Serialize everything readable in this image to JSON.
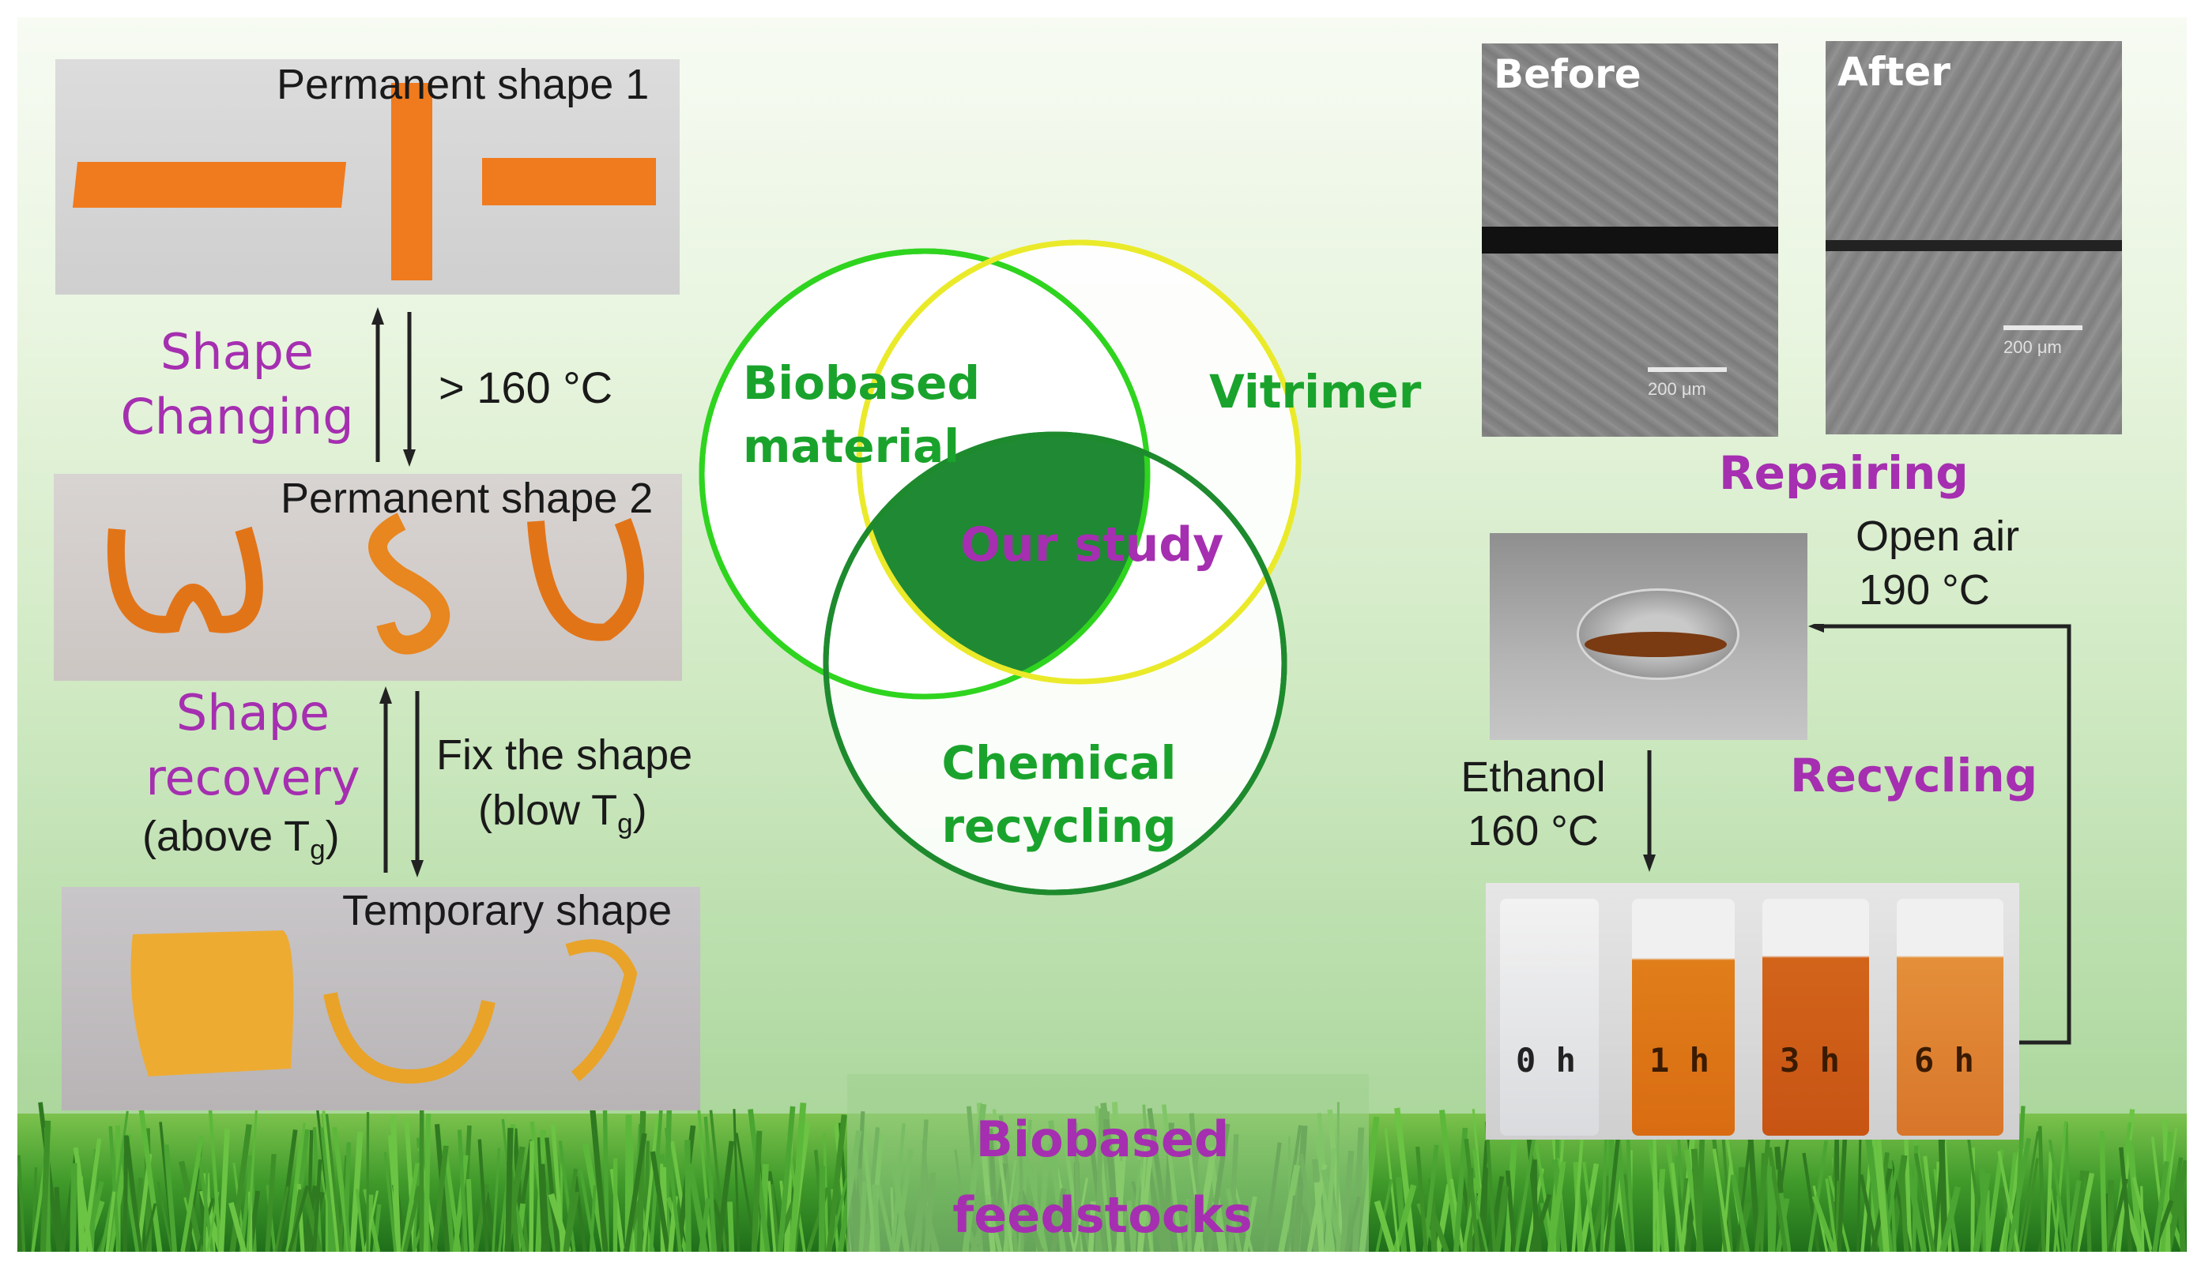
{
  "left": {
    "permanent_shape_1": "Permanent shape 1",
    "permanent_shape_2": "Permanent shape 2",
    "temporary_shape": "Temporary shape",
    "shape_changing_line1": "Shape",
    "shape_changing_line2": "Changing",
    "temp_160": "> 160 °C",
    "shape_recovery_line1": "Shape",
    "shape_recovery_line2": "recovery",
    "above_tg_prefix": "(above T",
    "above_tg_sub": "g",
    "above_tg_suffix": ")",
    "fix_the_shape": "Fix the shape",
    "blow_tg_prefix": "(blow T",
    "blow_tg_sub": "g",
    "blow_tg_suffix": ")"
  },
  "venn": {
    "biobased_line1": "Biobased",
    "biobased_line2": "material",
    "vitrimer": "Vitrimer",
    "chemical_line1": "Chemical",
    "chemical_line2": "recycling",
    "our_study": "Our study"
  },
  "right": {
    "before": "Before",
    "after": "After",
    "scale_before": "200 μm",
    "scale_after": "200 μm",
    "repairing": "Repairing",
    "open_air_line1": "Open air",
    "open_air_line2": "190 °C",
    "ethanol_line1": "Ethanol",
    "ethanol_line2": "160 °C",
    "recycling": "Recycling",
    "vials": [
      "0 h",
      "1 h",
      "3 h",
      "6 h"
    ]
  },
  "bottom": {
    "feedstocks_line1": "Biobased",
    "feedstocks_line2": "feedstocks"
  },
  "colors": {
    "purple": "#a52fb0",
    "green_text": "#1aa32c",
    "venn_dark_green": "#1f8a33",
    "orange_strip": "#f07a1e"
  }
}
